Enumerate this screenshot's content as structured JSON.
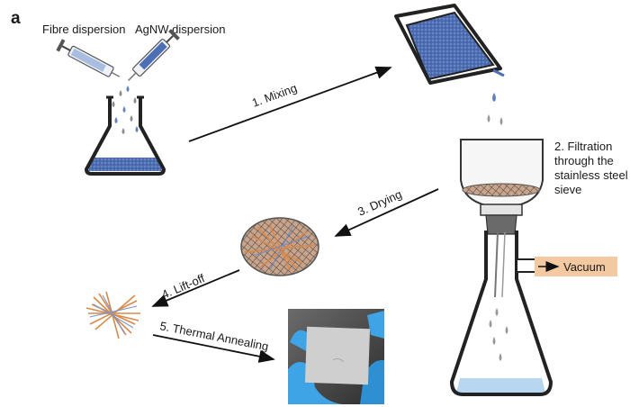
{
  "panel_label": "a",
  "labels": {
    "fibre": "Fibre dispersion",
    "agnw": "AgNW dispersion",
    "vacuum": "Vacuum"
  },
  "steps": [
    {
      "label": "1. Mixing"
    },
    {
      "label": "2. Filtration",
      "lines": [
        "2. Filtration",
        "through the",
        "stainless steel",
        "sieve"
      ]
    },
    {
      "label": "3. Drying"
    },
    {
      "label": "4. Lift-off"
    },
    {
      "label": "5. Thermal Annealing"
    }
  ],
  "colors": {
    "dispersion_blue": "#4f6fb4",
    "fibre_orange": "#d98a4a",
    "vacuum_fill": "#f2c9a0",
    "glove_blue": "#3ea4e6",
    "arrow": "#111111"
  }
}
